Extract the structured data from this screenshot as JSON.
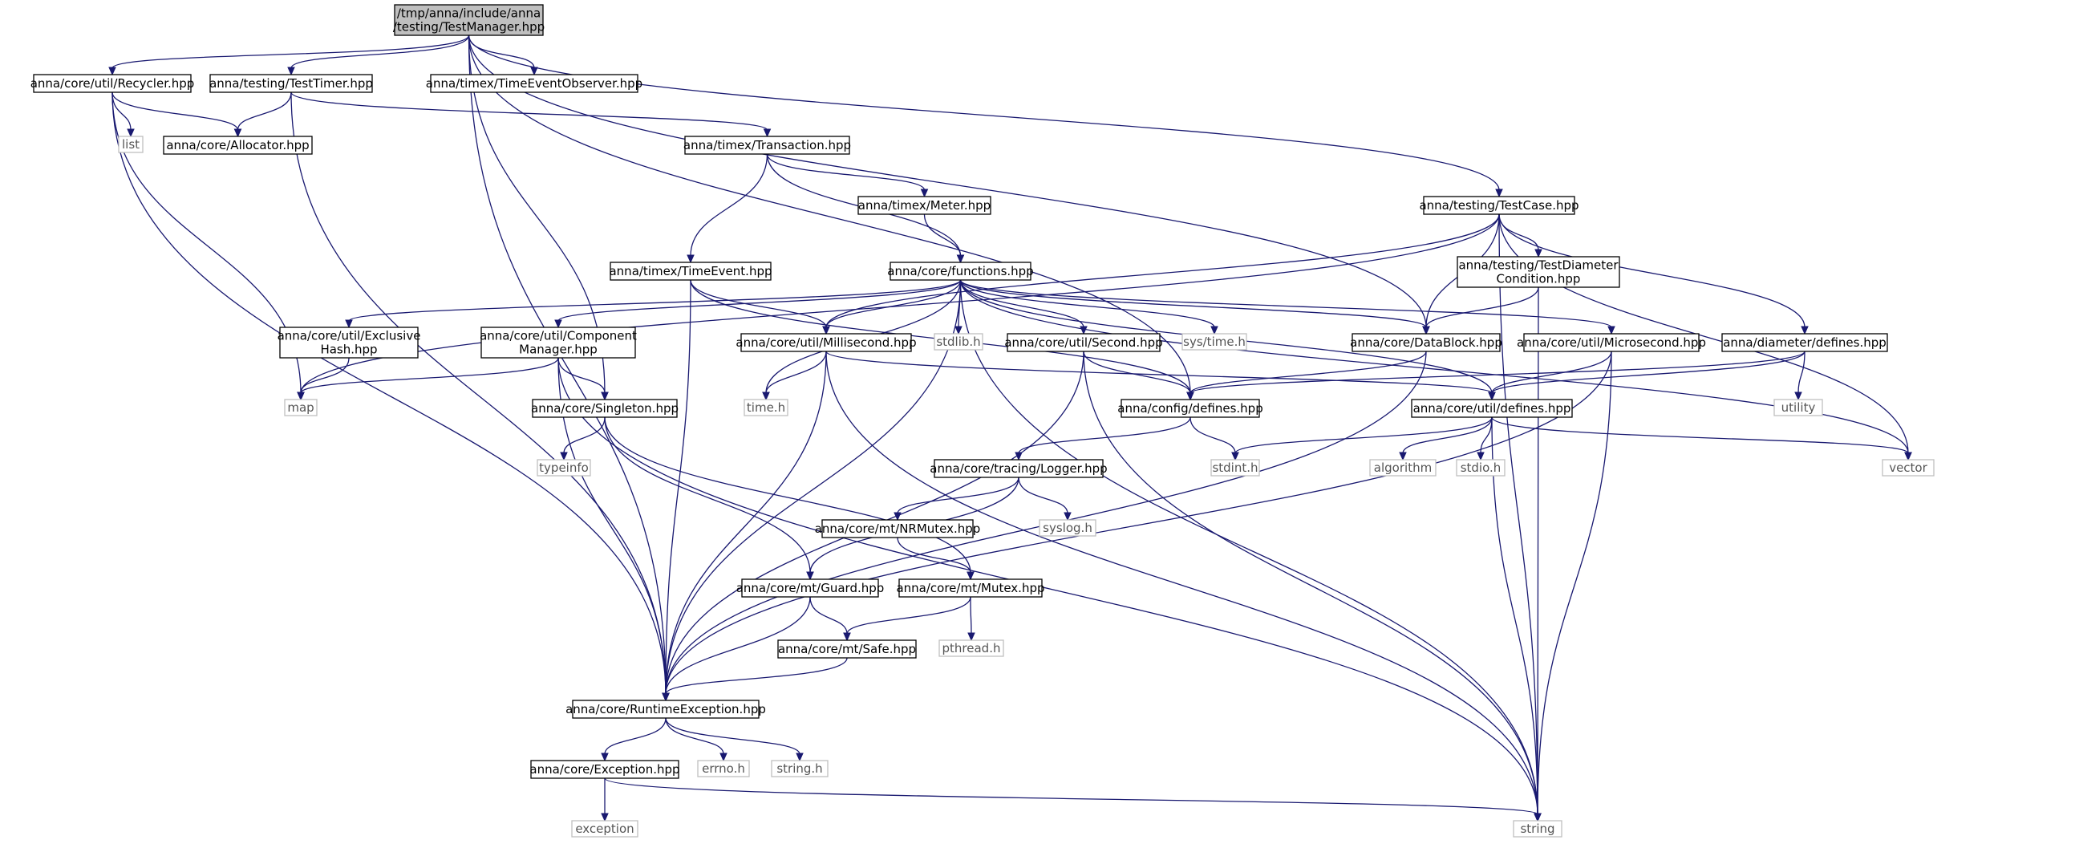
{
  "graph": {
    "root": "TestManager",
    "nodes": [
      {
        "id": "TestManager",
        "lines": [
          "/tmp/anna/include/anna",
          "/testing/TestManager.hpp"
        ],
        "kind": "root"
      },
      {
        "id": "Recycler",
        "lines": [
          "anna/core/util/Recycler.hpp"
        ],
        "kind": "internal"
      },
      {
        "id": "TestTimer",
        "lines": [
          "anna/testing/TestTimer.hpp"
        ],
        "kind": "internal"
      },
      {
        "id": "TimeEventObserver",
        "lines": [
          "anna/timex/TimeEventObserver.hpp"
        ],
        "kind": "internal"
      },
      {
        "id": "list",
        "lines": [
          "list"
        ],
        "kind": "external"
      },
      {
        "id": "Allocator",
        "lines": [
          "anna/core/Allocator.hpp"
        ],
        "kind": "internal"
      },
      {
        "id": "Transaction",
        "lines": [
          "anna/timex/Transaction.hpp"
        ],
        "kind": "internal"
      },
      {
        "id": "Meter",
        "lines": [
          "anna/timex/Meter.hpp"
        ],
        "kind": "internal"
      },
      {
        "id": "TestCase",
        "lines": [
          "anna/testing/TestCase.hpp"
        ],
        "kind": "internal"
      },
      {
        "id": "TimeEvent",
        "lines": [
          "anna/timex/TimeEvent.hpp"
        ],
        "kind": "internal"
      },
      {
        "id": "functions",
        "lines": [
          "anna/core/functions.hpp"
        ],
        "kind": "internal"
      },
      {
        "id": "TestDiameterCondition",
        "lines": [
          "anna/testing/TestDiameter",
          "Condition.hpp"
        ],
        "kind": "internal"
      },
      {
        "id": "ExclusiveHash",
        "lines": [
          "anna/core/util/Exclusive",
          "Hash.hpp"
        ],
        "kind": "internal"
      },
      {
        "id": "ComponentManager",
        "lines": [
          "anna/core/util/Component",
          "Manager.hpp"
        ],
        "kind": "internal"
      },
      {
        "id": "Millisecond",
        "lines": [
          "anna/core/util/Millisecond.hpp"
        ],
        "kind": "internal"
      },
      {
        "id": "stdlib",
        "lines": [
          "stdlib.h"
        ],
        "kind": "external"
      },
      {
        "id": "Second",
        "lines": [
          "anna/core/util/Second.hpp"
        ],
        "kind": "internal"
      },
      {
        "id": "systime",
        "lines": [
          "sys/time.h"
        ],
        "kind": "external"
      },
      {
        "id": "DataBlock",
        "lines": [
          "anna/core/DataBlock.hpp"
        ],
        "kind": "internal"
      },
      {
        "id": "Microsecond",
        "lines": [
          "anna/core/util/Microsecond.hpp"
        ],
        "kind": "internal"
      },
      {
        "id": "diameterDefines",
        "lines": [
          "anna/diameter/defines.hpp"
        ],
        "kind": "internal"
      },
      {
        "id": "map",
        "lines": [
          "map"
        ],
        "kind": "external"
      },
      {
        "id": "Singleton",
        "lines": [
          "anna/core/Singleton.hpp"
        ],
        "kind": "internal"
      },
      {
        "id": "timeh",
        "lines": [
          "time.h"
        ],
        "kind": "external"
      },
      {
        "id": "configDefines",
        "lines": [
          "anna/config/defines.hpp"
        ],
        "kind": "internal"
      },
      {
        "id": "utilDefines",
        "lines": [
          "anna/core/util/defines.hpp"
        ],
        "kind": "internal"
      },
      {
        "id": "utility",
        "lines": [
          "utility"
        ],
        "kind": "external"
      },
      {
        "id": "typeinfo",
        "lines": [
          "typeinfo"
        ],
        "kind": "external"
      },
      {
        "id": "stdint",
        "lines": [
          "stdint.h"
        ],
        "kind": "external"
      },
      {
        "id": "Logger",
        "lines": [
          "anna/core/tracing/Logger.hpp"
        ],
        "kind": "internal"
      },
      {
        "id": "algorithm",
        "lines": [
          "algorithm"
        ],
        "kind": "external"
      },
      {
        "id": "stdio",
        "lines": [
          "stdio.h"
        ],
        "kind": "external"
      },
      {
        "id": "vector",
        "lines": [
          "vector"
        ],
        "kind": "external"
      },
      {
        "id": "NRMutex",
        "lines": [
          "anna/core/mt/NRMutex.hpp"
        ],
        "kind": "internal"
      },
      {
        "id": "syslog",
        "lines": [
          "syslog.h"
        ],
        "kind": "external"
      },
      {
        "id": "Guard",
        "lines": [
          "anna/core/mt/Guard.hpp"
        ],
        "kind": "internal"
      },
      {
        "id": "Mutex",
        "lines": [
          "anna/core/mt/Mutex.hpp"
        ],
        "kind": "internal"
      },
      {
        "id": "pthread",
        "lines": [
          "pthread.h"
        ],
        "kind": "external"
      },
      {
        "id": "Safe",
        "lines": [
          "anna/core/mt/Safe.hpp"
        ],
        "kind": "internal"
      },
      {
        "id": "RuntimeException",
        "lines": [
          "anna/core/RuntimeException.hpp"
        ],
        "kind": "internal"
      },
      {
        "id": "Exception",
        "lines": [
          "anna/core/Exception.hpp"
        ],
        "kind": "internal"
      },
      {
        "id": "errno",
        "lines": [
          "errno.h"
        ],
        "kind": "external"
      },
      {
        "id": "stringh",
        "lines": [
          "string.h"
        ],
        "kind": "external"
      },
      {
        "id": "exception",
        "lines": [
          "exception"
        ],
        "kind": "external"
      },
      {
        "id": "string",
        "lines": [
          "string"
        ],
        "kind": "external"
      }
    ],
    "edges": [
      [
        "TestManager",
        "Recycler"
      ],
      [
        "TestManager",
        "TestTimer"
      ],
      [
        "TestManager",
        "TimeEventObserver"
      ],
      [
        "TestManager",
        "TestCase"
      ],
      [
        "TestManager",
        "RuntimeException"
      ],
      [
        "TestManager",
        "Singleton"
      ],
      [
        "TestManager",
        "configDefines"
      ],
      [
        "TestManager",
        "DataBlock"
      ],
      [
        "Recycler",
        "list"
      ],
      [
        "Recycler",
        "Allocator"
      ],
      [
        "Recycler",
        "map"
      ],
      [
        "Recycler",
        "RuntimeException"
      ],
      [
        "TestTimer",
        "Allocator"
      ],
      [
        "TestTimer",
        "Transaction"
      ],
      [
        "TestTimer",
        "RuntimeException"
      ],
      [
        "Transaction",
        "Meter"
      ],
      [
        "Transaction",
        "TimeEvent"
      ],
      [
        "Transaction",
        "functions"
      ],
      [
        "Meter",
        "functions"
      ],
      [
        "TestCase",
        "TestDiameterCondition"
      ],
      [
        "TestCase",
        "DataBlock"
      ],
      [
        "TestCase",
        "diameterDefines"
      ],
      [
        "TestCase",
        "vector"
      ],
      [
        "TestCase",
        "string"
      ],
      [
        "TestCase",
        "Millisecond"
      ],
      [
        "TestCase",
        "map"
      ],
      [
        "TestDiameterCondition",
        "DataBlock"
      ],
      [
        "TestDiameterCondition",
        "string"
      ],
      [
        "TimeEvent",
        "Millisecond"
      ],
      [
        "TimeEvent",
        "RuntimeException"
      ],
      [
        "TimeEvent",
        "configDefines"
      ],
      [
        "functions",
        "ExclusiveHash"
      ],
      [
        "functions",
        "ComponentManager"
      ],
      [
        "functions",
        "Millisecond"
      ],
      [
        "functions",
        "stdlib"
      ],
      [
        "functions",
        "Second"
      ],
      [
        "functions",
        "systime"
      ],
      [
        "functions",
        "DataBlock"
      ],
      [
        "functions",
        "Microsecond"
      ],
      [
        "functions",
        "utilDefines"
      ],
      [
        "functions",
        "timeh"
      ],
      [
        "functions",
        "RuntimeException"
      ],
      [
        "functions",
        "vector"
      ],
      [
        "functions",
        "string"
      ],
      [
        "ExclusiveHash",
        "map"
      ],
      [
        "ComponentManager",
        "map"
      ],
      [
        "ComponentManager",
        "Singleton"
      ],
      [
        "ComponentManager",
        "RuntimeException"
      ],
      [
        "ComponentManager",
        "string"
      ],
      [
        "Millisecond",
        "timeh"
      ],
      [
        "Millisecond",
        "RuntimeException"
      ],
      [
        "Millisecond",
        "utilDefines"
      ],
      [
        "Millisecond",
        "string"
      ],
      [
        "Second",
        "configDefines"
      ],
      [
        "Second",
        "RuntimeException"
      ],
      [
        "Second",
        "string"
      ],
      [
        "DataBlock",
        "configDefines"
      ],
      [
        "DataBlock",
        "RuntimeException"
      ],
      [
        "Microsecond",
        "utilDefines"
      ],
      [
        "Microsecond",
        "RuntimeException"
      ],
      [
        "Microsecond",
        "string"
      ],
      [
        "diameterDefines",
        "configDefines"
      ],
      [
        "diameterDefines",
        "utilDefines"
      ],
      [
        "diameterDefines",
        "utility"
      ],
      [
        "Singleton",
        "typeinfo"
      ],
      [
        "Singleton",
        "Guard"
      ],
      [
        "Singleton",
        "Mutex"
      ],
      [
        "configDefines",
        "stdint"
      ],
      [
        "configDefines",
        "Logger"
      ],
      [
        "utilDefines",
        "stdint"
      ],
      [
        "utilDefines",
        "algorithm"
      ],
      [
        "utilDefines",
        "stdio"
      ],
      [
        "utilDefines",
        "vector"
      ],
      [
        "utilDefines",
        "string"
      ],
      [
        "Logger",
        "NRMutex"
      ],
      [
        "Logger",
        "syslog"
      ],
      [
        "Logger",
        "Guard"
      ],
      [
        "NRMutex",
        "Mutex"
      ],
      [
        "Guard",
        "Safe"
      ],
      [
        "Guard",
        "RuntimeException"
      ],
      [
        "Mutex",
        "pthread"
      ],
      [
        "Mutex",
        "Safe"
      ],
      [
        "Safe",
        "RuntimeException"
      ],
      [
        "RuntimeException",
        "Exception"
      ],
      [
        "RuntimeException",
        "errno"
      ],
      [
        "RuntimeException",
        "stringh"
      ],
      [
        "Exception",
        "exception"
      ],
      [
        "Exception",
        "string"
      ]
    ]
  }
}
